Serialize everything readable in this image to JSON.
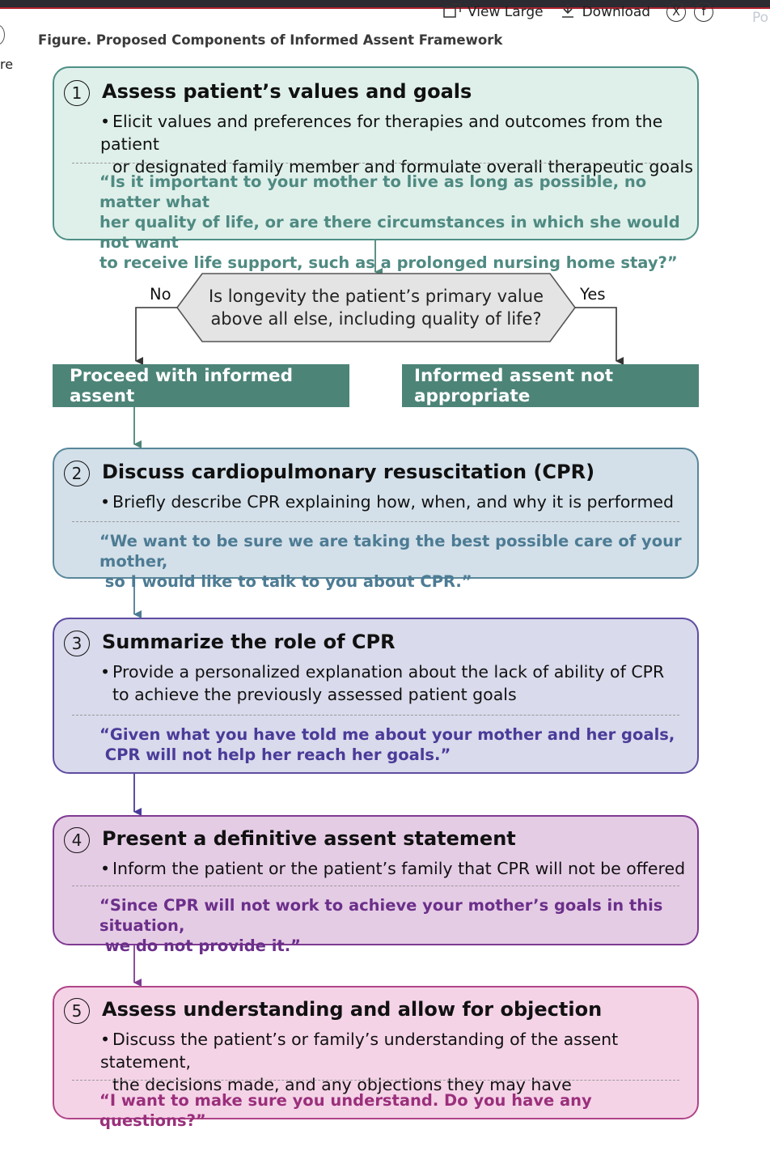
{
  "toolbar": {
    "view_large_label": "View Large",
    "download_label": "Download",
    "x_share_label": "X",
    "facebook_share_label": "f",
    "cut_text_right": "Po",
    "cut_text_left": "re"
  },
  "figure": {
    "title": "Figure.  Proposed Components of Informed Assent Framework"
  },
  "steps": [
    {
      "number": "1",
      "title": "Assess patient’s values and goals",
      "bullet_line1": "Elicit values and preferences for therapies and outcomes from the patient",
      "bullet_line2": "or designated family member and formulate overall therapeutic goals",
      "quote_line1": "“Is it important to your mother to live as long as possible, no matter what",
      "quote_line2": "her quality of life, or are there circumstances in which she would not want",
      "quote_line3": "to receive life support, such as a prolonged nursing home stay?”"
    },
    {
      "number": "2",
      "title": "Discuss cardiopulmonary resuscitation (CPR)",
      "bullet_line1": "Briefly describe CPR explaining how, when, and why it is performed",
      "quote_line1": "“We want to be sure we are taking the best possible care of your mother,",
      "quote_line2": " so I would like to talk to you about CPR.”"
    },
    {
      "number": "3",
      "title": "Summarize the role of CPR",
      "bullet_line1": "Provide a personalized explanation about the lack of ability of CPR",
      "bullet_line2": "to achieve the previously assessed patient goals",
      "quote_line1": "“Given what you have told me about your mother and her goals,",
      "quote_line2": " CPR will not help her reach her goals.”"
    },
    {
      "number": "4",
      "title": "Present a definitive assent statement",
      "bullet_line1": "Inform the patient or the patient’s family that CPR will not be offered",
      "quote_line1": "“Since CPR will not work to achieve your mother’s goals in this situation,",
      "quote_line2": " we do not provide it.”"
    },
    {
      "number": "5",
      "title": "Assess understanding and allow for objection",
      "bullet_line1": "Discuss the patient’s or family’s understanding of the assent statement,",
      "bullet_line2": "the decisions made, and any objections they may have",
      "quote_line1": "“I want to make sure you understand. Do you have any questions?”"
    }
  ],
  "decision": {
    "line1": "Is longevity the patient’s primary value",
    "line2": "above all else, including quality of life?",
    "no_label": "No",
    "yes_label": "Yes"
  },
  "outcomes": {
    "proceed": "Proceed with informed assent",
    "not_appropriate": "Informed assent not appropriate"
  },
  "colors": {
    "teal": "#4d8478",
    "step1_fill": "#dff0ea",
    "step2_fill": "#d3e0e9",
    "step3_fill": "#d9daeb",
    "step4_fill": "#e5cce5",
    "step5_fill": "#f5d3e7",
    "decision_fill": "#e4e4e4"
  }
}
